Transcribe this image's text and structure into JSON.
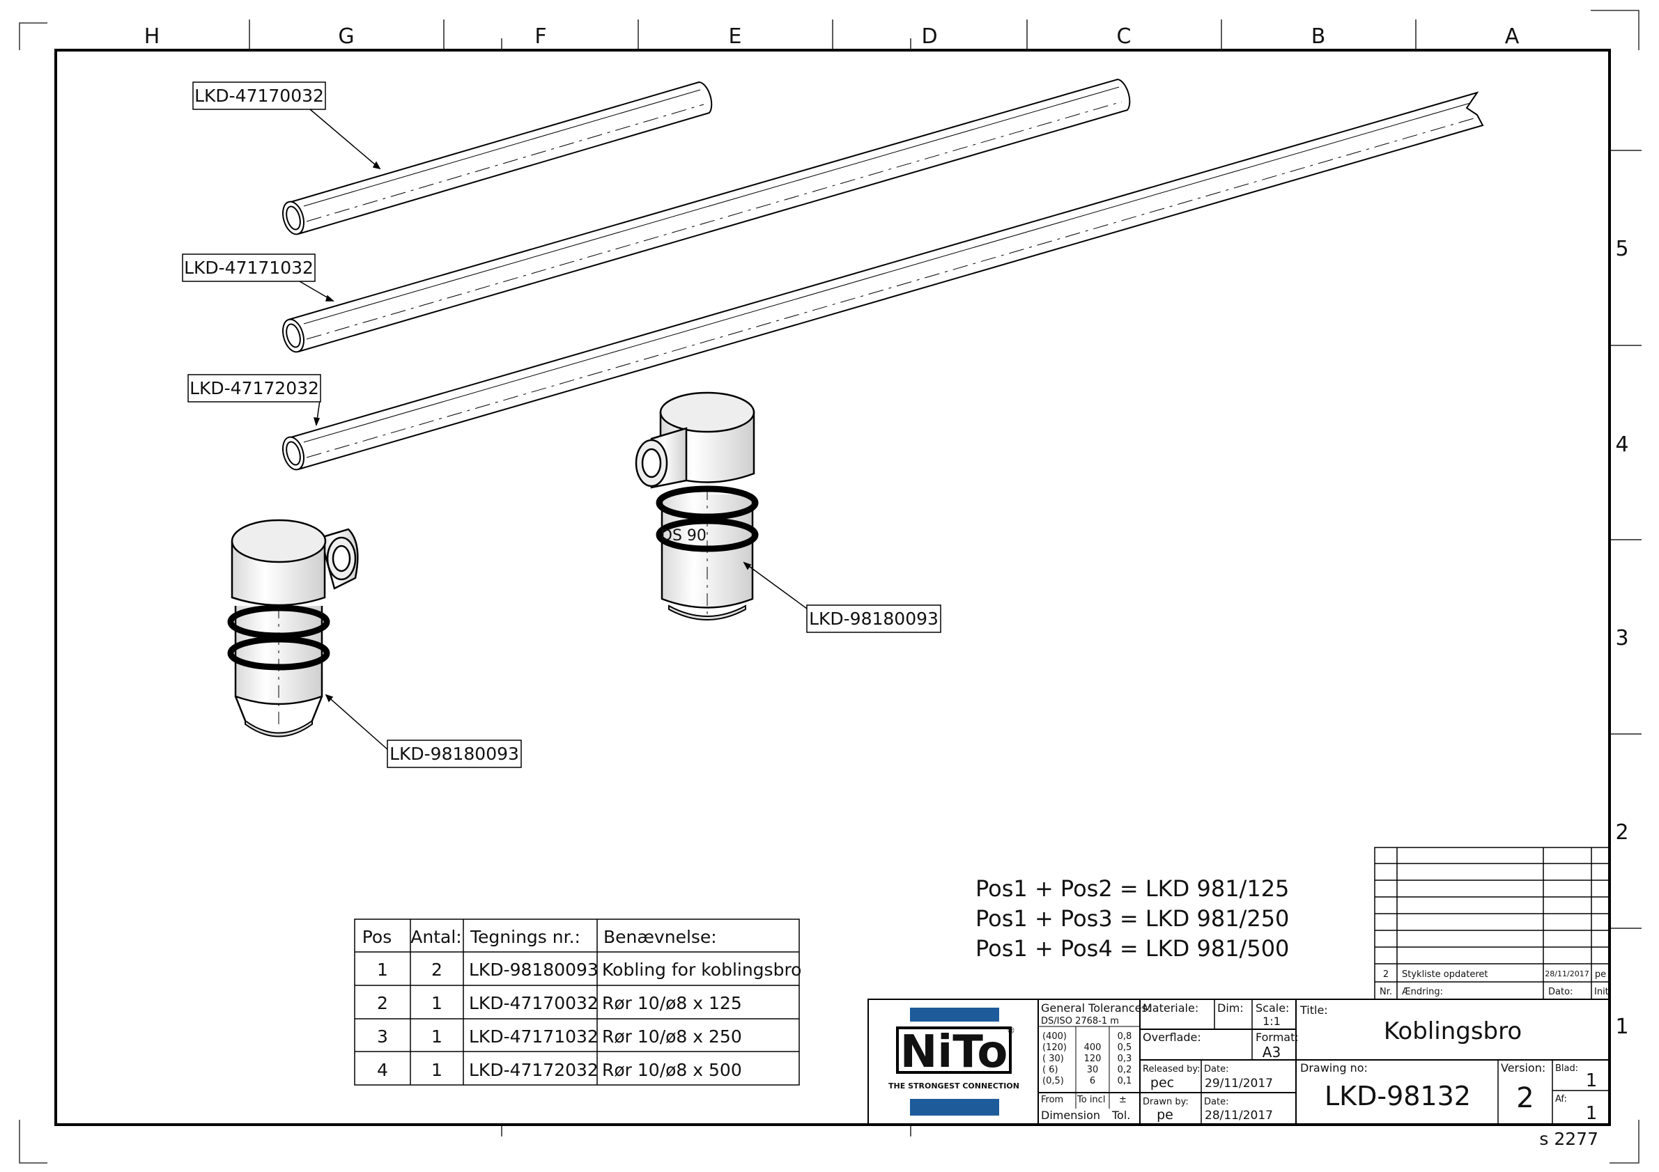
{
  "frame": {
    "columns": [
      "H",
      "G",
      "F",
      "E",
      "D",
      "C",
      "B",
      "A"
    ],
    "rows": [
      "5",
      "4",
      "3",
      "2",
      "1"
    ],
    "sheet_ref": "s 2277"
  },
  "callouts": {
    "pipe1": "LKD-47170032",
    "pipe2": "LKD-47171032",
    "pipe3": "LKD-47172032",
    "coupling_left": "LKD-98180093",
    "coupling_right": "LKD-98180093"
  },
  "part_marking": "DS 90",
  "formulas": [
    "Pos1 + Pos2 = LKD 981/125",
    "Pos1 + Pos3 = LKD 981/250",
    "Pos1 + Pos4 = LKD 981/500"
  ],
  "bom": {
    "headers": [
      "Pos",
      "Antal:",
      "Tegnings nr.:",
      "Benævnelse:"
    ],
    "rows": [
      [
        "1",
        "2",
        "LKD-98180093",
        "Kobling for koblingsbro"
      ],
      [
        "2",
        "1",
        "LKD-47170032",
        "Rør 10/ø8 x 125"
      ],
      [
        "3",
        "1",
        "LKD-47171032",
        "Rør 10/ø8 x 250"
      ],
      [
        "4",
        "1",
        "LKD-47172032",
        "Rør 10/ø8 x 500"
      ]
    ]
  },
  "revisions": {
    "entry": {
      "nr": "2",
      "text": "Stykliste opdateret",
      "date": "28/11/2017",
      "init": "pe"
    },
    "headers": {
      "nr": "Nr.",
      "text": "Ændring:",
      "date": "Dato:",
      "init": "Init."
    }
  },
  "logo": {
    "text": "NiTo",
    "tagline": "THE STRONGEST CONNECTION",
    "mark": "®",
    "color": "#1e5b9a"
  },
  "title_block": {
    "tolerances_title": "General Tolerances:",
    "tolerances_std": "DS/ISO 2768-1 m",
    "tol_col1": [
      "(400)",
      "(120)",
      "( 30)",
      "( 6)",
      "(0,5)"
    ],
    "tol_col2": [
      "400",
      "120",
      "30",
      "6"
    ],
    "tol_col3": [
      "0,8",
      "0,5",
      "0,3",
      "0,2",
      "0,1"
    ],
    "from_label": "From",
    "to_incl_label": "To incl",
    "pm_label": "±",
    "dimension_label": "Dimension",
    "tol_label": "Tol.",
    "materiale_label": "Materiale:",
    "dim_label": "Dim:",
    "scale_label": "Scale:",
    "scale_value": "1:1",
    "overflade_label": "Overflade:",
    "format_label": "Format:",
    "format_value": "A3",
    "released_label": "Released by:",
    "released_value": "pec",
    "date_label": "Date:",
    "released_date": "29/11/2017",
    "drawn_label": "Drawn by:",
    "drawn_value": "pe",
    "drawn_date": "28/11/2017",
    "title_label": "Title:",
    "title_value": "Koblingsbro",
    "drawing_no_label": "Drawing no:",
    "drawing_no_value": "LKD-98132",
    "version_label": "Version:",
    "version_value": "2",
    "blad_label": "Blad:",
    "blad_value": "1",
    "af_label": "Af:",
    "af_value": "1"
  }
}
